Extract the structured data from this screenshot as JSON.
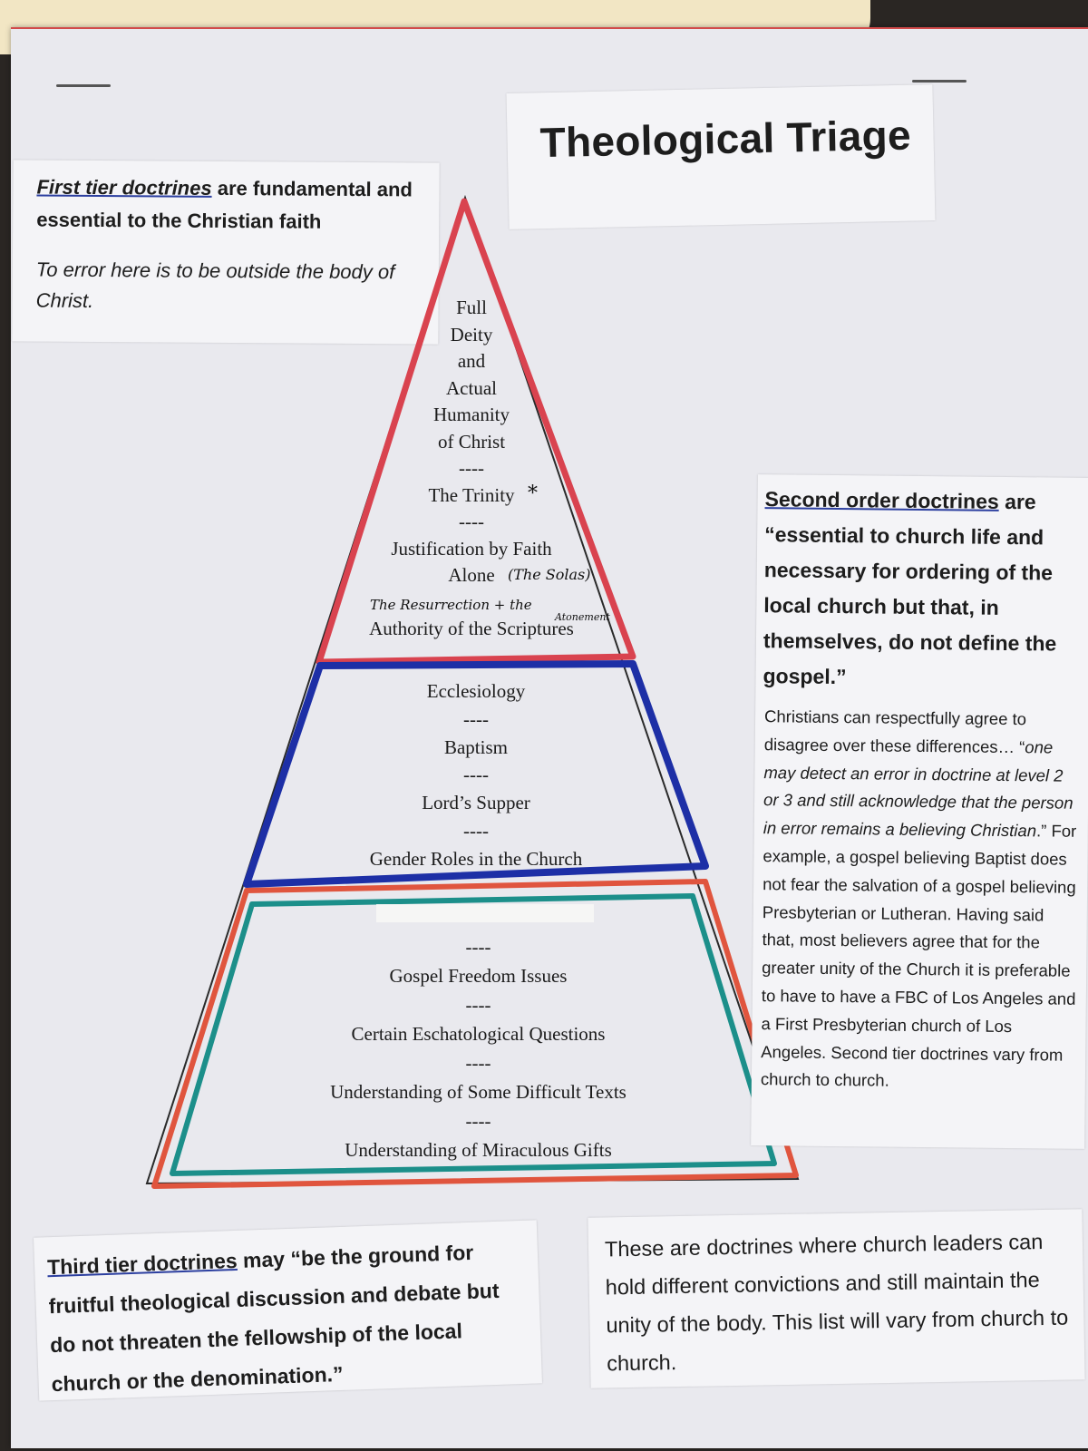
{
  "title": "Theological Triage",
  "first_tier": {
    "term": "First tier doctrines",
    "rest": " are fundamental and essential to the Christian faith",
    "note": "To error here is to be outside the body of Christ."
  },
  "second_tier": {
    "term": "Second order doctrines",
    "rest": " are “essential to church life and necessary for ordering of the local church but that, in themselves, do not define the gospel.”",
    "body_start": "Christians can respectfully agree to disagree over these differences… “",
    "body_quote": "one may detect an error in doctrine at level 2 or 3 and still acknowledge that the person in error remains a believing Christian",
    "body_end": ".”  For example, a gospel believing Baptist does not fear the salvation of a gospel believing Presbyterian or Lutheran.  Having said that, most believers agree that for the greater unity of the Church it is preferable to have to have a FBC of Los Angeles and a First Presbyterian church of Los Angeles.  Second tier doctrines vary from church to church."
  },
  "third_tier": {
    "term": "Third tier doctrines",
    "rest": " may “be the ground for fruitful theological discussion and debate but do not threaten the fellowship of the local church or the denomination.”"
  },
  "third_tier_note": "These are doctrines where church leaders can hold different convictions and still maintain the unity of the body.  This list will vary from church to church.",
  "pyramid": {
    "top": [
      "Full",
      "Deity",
      "and",
      "Actual",
      "Humanity",
      "of Christ",
      "----",
      "The Trinity",
      "----",
      "Justification by Faith",
      "Alone",
      "",
      "Authority of the Scriptures"
    ],
    "middle": [
      "Ecclesiology",
      "----",
      "Baptism",
      "----",
      "Lord’s Supper",
      "----",
      "Gender Roles in the Church"
    ],
    "bottom": [
      "----",
      "Gospel Freedom Issues",
      "----",
      "Certain Eschatological Questions",
      "----",
      "Understanding of Some Difficult Texts",
      "----",
      "Understanding of Miraculous Gifts"
    ]
  },
  "handwritten": {
    "solas": "(The Solas)",
    "resurrection": "The Resurrection + the",
    "atonement": "Atonement",
    "asterisk": "*"
  },
  "colors": {
    "top_tier": "#d9434f",
    "middle_tier": "#1d2fa6",
    "bottom_outer": "#e0553e",
    "bottom_inner": "#1c8f8a",
    "underline": "#2c3fa0"
  }
}
